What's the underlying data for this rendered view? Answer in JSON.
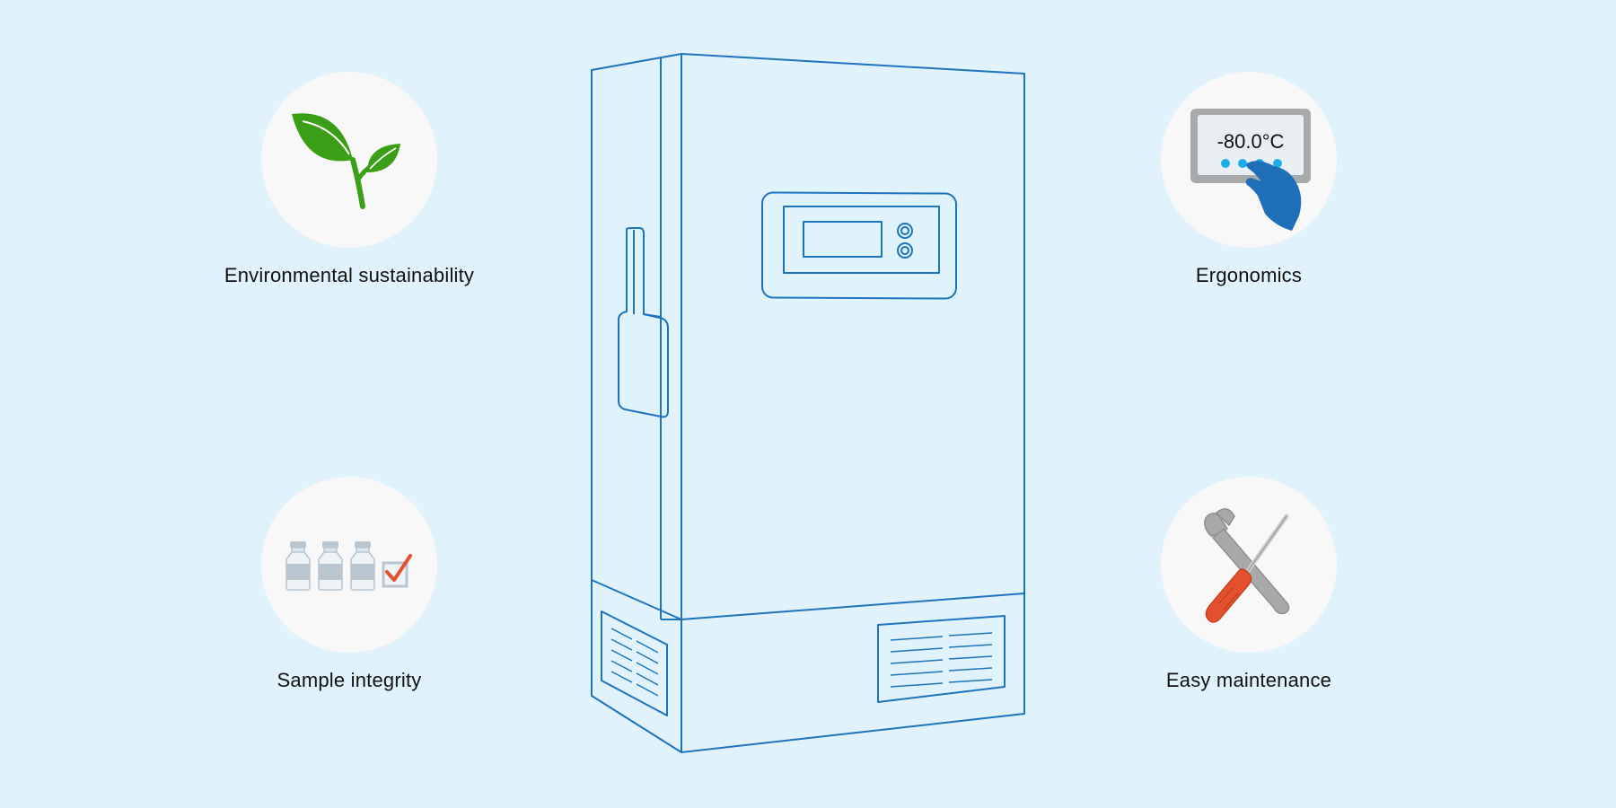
{
  "features": {
    "environmental": {
      "label": "Environmental sustainability",
      "icon": "leaf-icon"
    },
    "ergonomics": {
      "label": "Ergonomics",
      "icon": "touch-display-icon",
      "display_reading": "-80.0°C"
    },
    "sample_integrity": {
      "label": "Sample integrity",
      "icon": "vials-checkmark-icon"
    },
    "maintenance": {
      "label": "Easy maintenance",
      "icon": "wrench-screwdriver-icon"
    }
  },
  "colors": {
    "background": "#e0f2fb",
    "circle": "#f8f8f8",
    "line": "#1e73be",
    "leaf": "#3a9f17",
    "hand": "#1e6fb8",
    "accent_dots": "#1eaee6",
    "check": "#e5512f",
    "screwdriver": "#e5512f"
  }
}
